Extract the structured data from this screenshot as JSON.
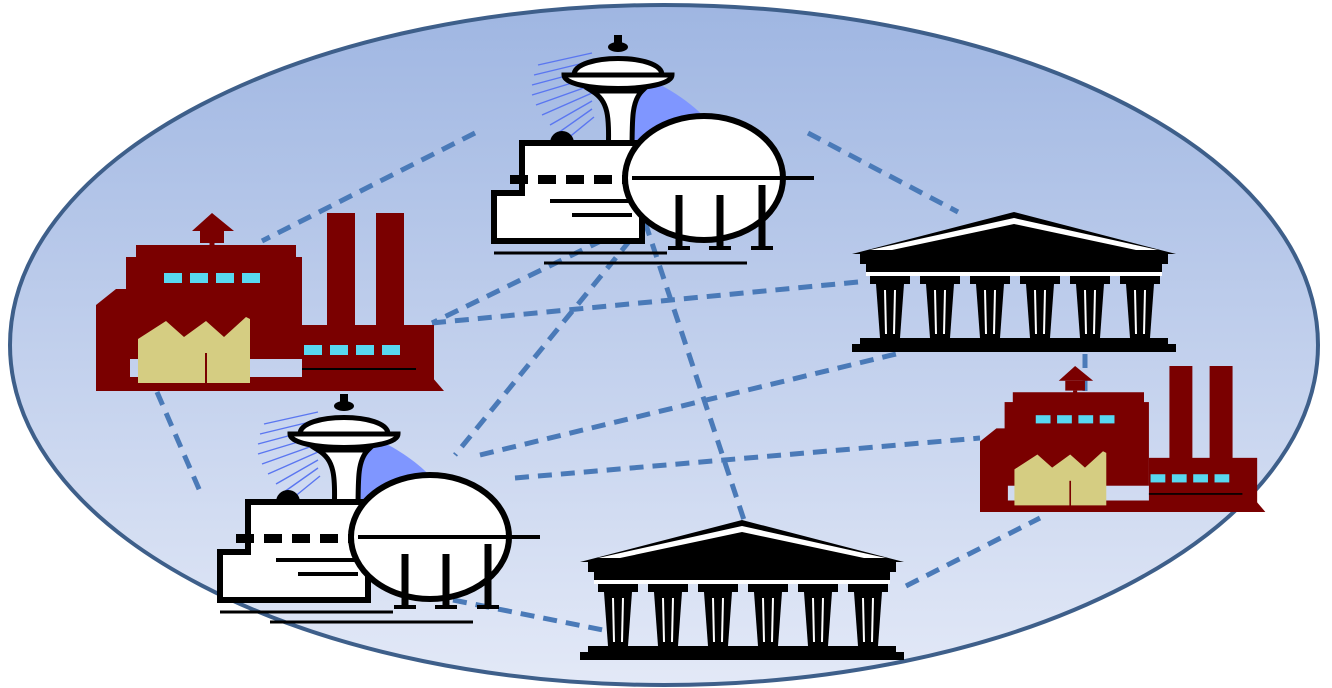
{
  "diagram": {
    "colors": {
      "ellipse_fill_top": "#9fb6e2",
      "ellipse_fill_bottom": "#e3e9f7",
      "ellipse_stroke": "#3e5f8a",
      "connector": "#4a7ab8",
      "factory_red": "#7a0000",
      "factory_window": "#58d8f0",
      "factory_wall": "#d5cd82",
      "plant_ray": "#5a76f0",
      "plant_shadow": "#7f96ff",
      "outline": "#000000",
      "fill_white": "#ffffff",
      "column": "#000000"
    },
    "nodes": [
      {
        "id": "plant-top",
        "icon": "refinery-plant-icon"
      },
      {
        "id": "factory-left",
        "icon": "factory-icon"
      },
      {
        "id": "bank-right",
        "icon": "government-building-icon"
      },
      {
        "id": "factory-right",
        "icon": "factory-icon"
      },
      {
        "id": "plant-bottom",
        "icon": "refinery-plant-icon"
      },
      {
        "id": "bank-bottom",
        "icon": "government-building-icon"
      }
    ],
    "links": [
      [
        "plant-top",
        "factory-left"
      ],
      [
        "plant-top",
        "bank-right"
      ],
      [
        "factory-left",
        "plant-top"
      ],
      [
        "factory-left",
        "bank-right"
      ],
      [
        "factory-left",
        "plant-bottom"
      ],
      [
        "plant-top",
        "plant-bottom"
      ],
      [
        "plant-top",
        "bank-bottom"
      ],
      [
        "plant-bottom",
        "bank-right"
      ],
      [
        "plant-bottom",
        "factory-right"
      ],
      [
        "plant-bottom",
        "bank-bottom"
      ],
      [
        "bank-right",
        "factory-right"
      ],
      [
        "bank-bottom",
        "factory-right"
      ]
    ]
  }
}
